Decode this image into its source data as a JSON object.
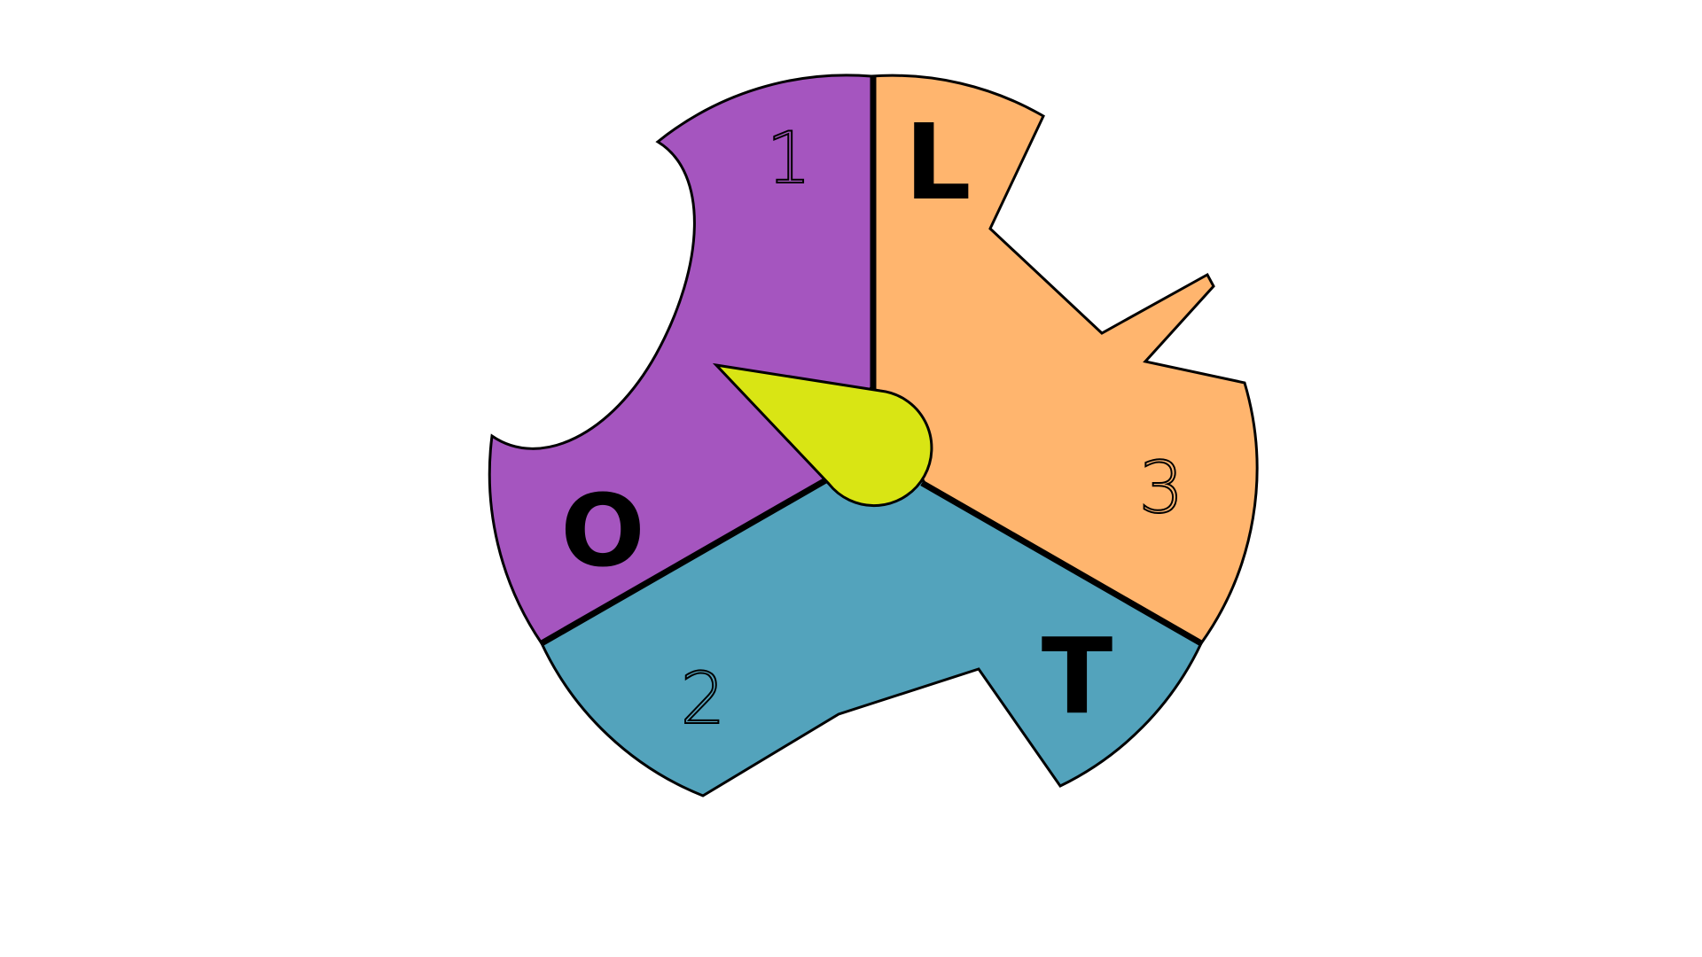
{
  "segments": [
    {
      "id": "top-left",
      "letter": "",
      "number": "1",
      "color": "#A555BF"
    },
    {
      "id": "top-right",
      "letter": "L",
      "number": "",
      "color": "#FFB56E"
    },
    {
      "id": "right",
      "letter": "",
      "number": "3",
      "color": "#FFB56E"
    },
    {
      "id": "bottom-right",
      "letter": "T",
      "number": "",
      "color": "#53A3BC"
    },
    {
      "id": "bottom-left",
      "letter": "",
      "number": "2",
      "color": "#53A3BC"
    },
    {
      "id": "left",
      "letter": "O",
      "number": "",
      "color": "#A555BF"
    }
  ],
  "labels": {
    "letter_o": "O",
    "letter_l": "L",
    "letter_t": "T",
    "number_1": "1",
    "number_2": "2",
    "number_3": "3"
  },
  "colors": {
    "purple": "#A555BF",
    "orange": "#FFB56E",
    "teal": "#53A3BC",
    "pointer": "#D9E514",
    "outline": "#000000",
    "background": "#FFFFFF"
  }
}
